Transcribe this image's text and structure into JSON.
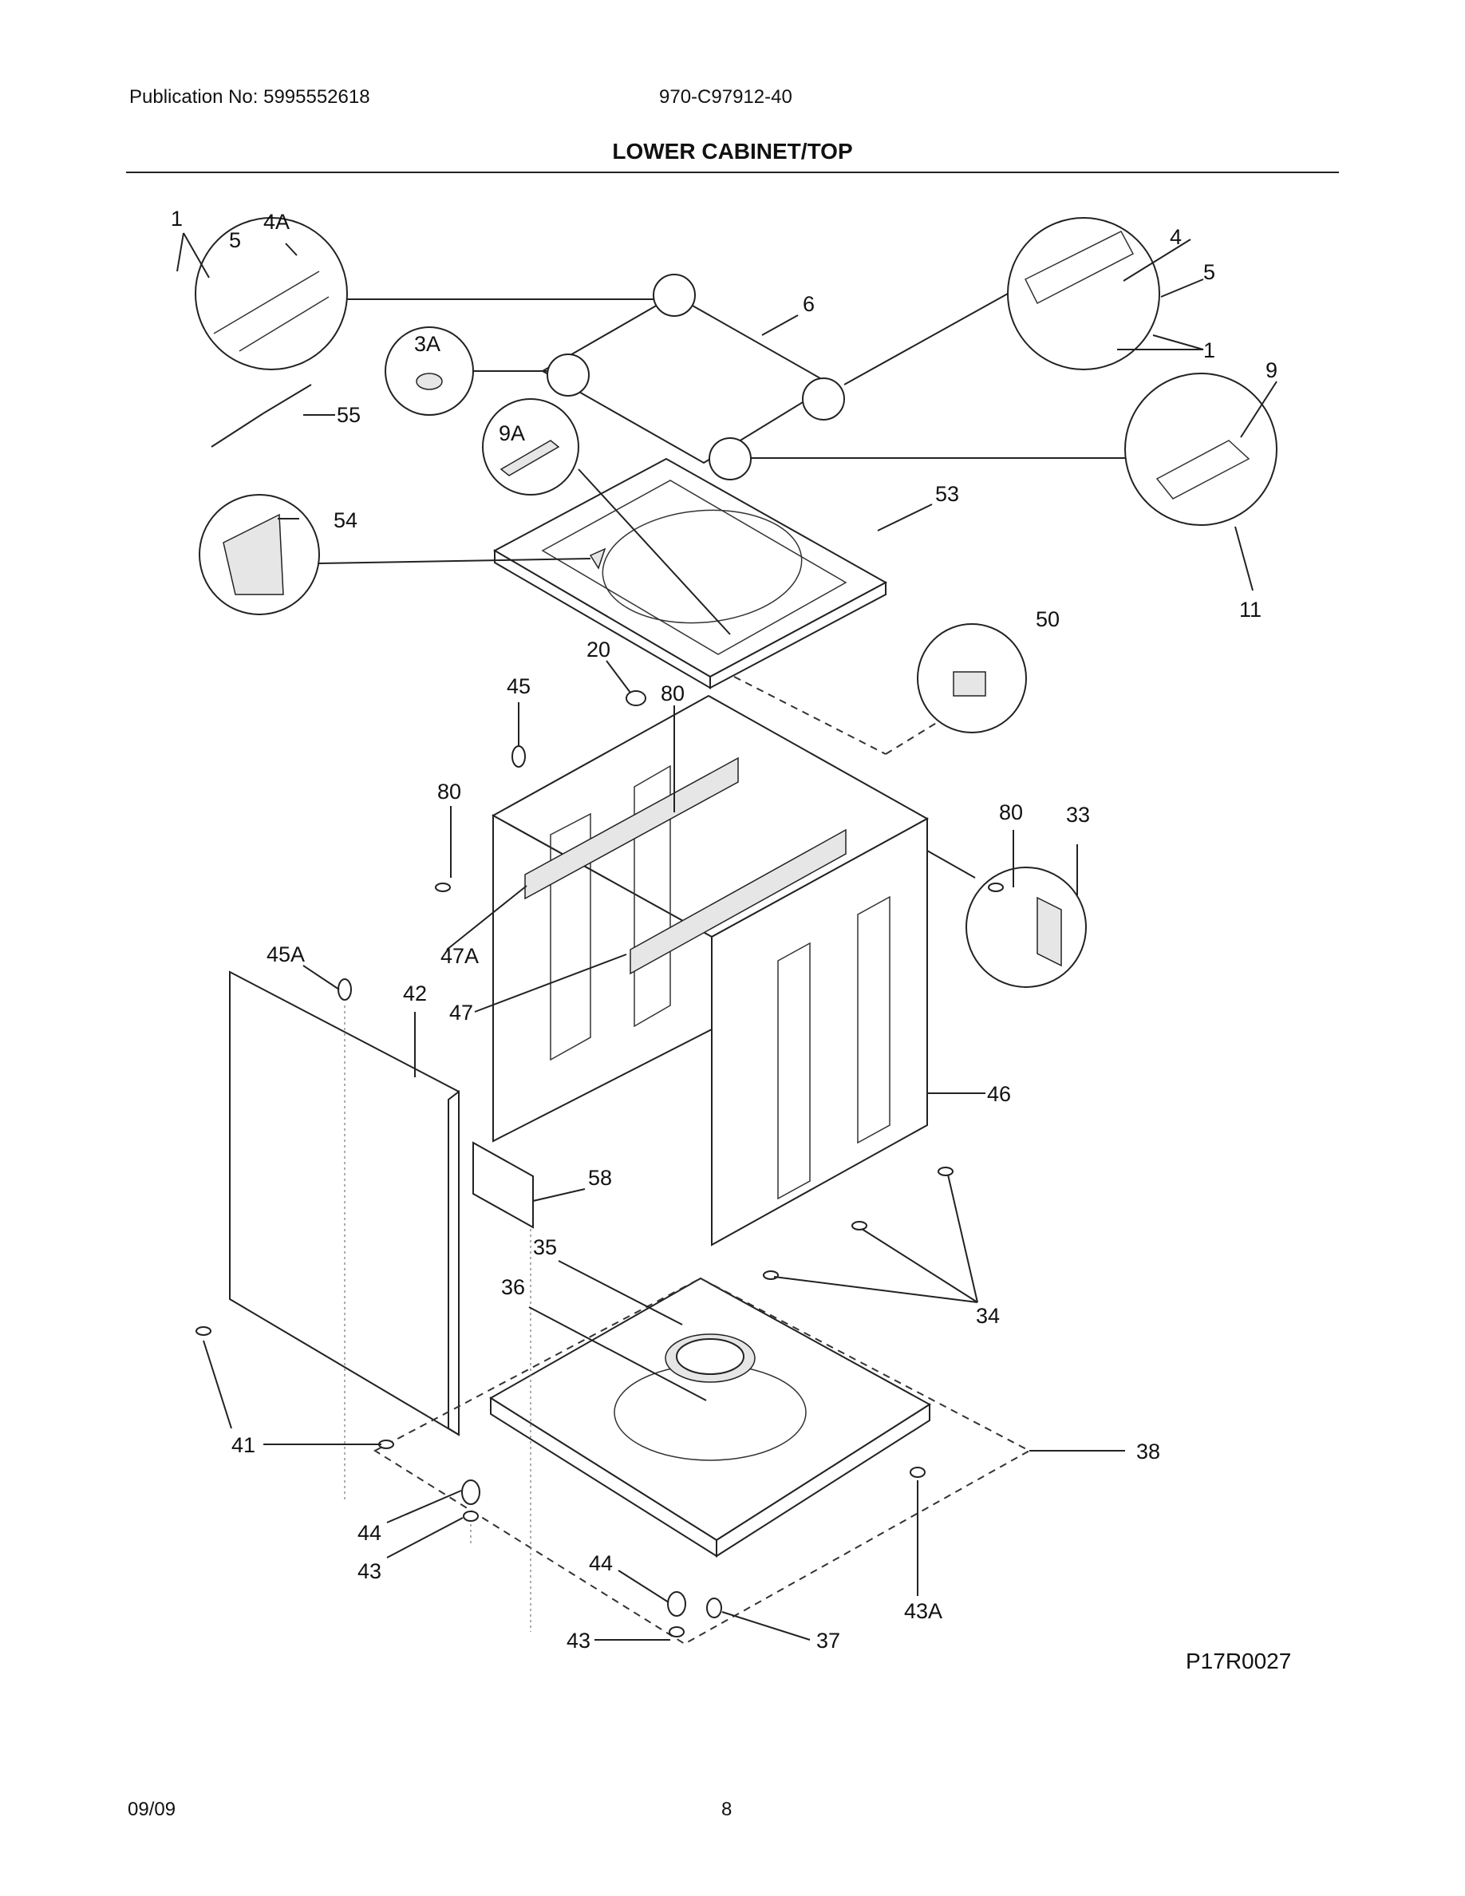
{
  "header": {
    "publication": "Publication No: 5995552618",
    "model": "970-C97912-40",
    "title": "LOWER CABINET/TOP"
  },
  "callouts": [
    "1",
    "4A",
    "5",
    "6",
    "3A",
    "55",
    "9A",
    "4",
    "5",
    "1",
    "9",
    "53",
    "54",
    "11",
    "50",
    "20",
    "45",
    "80",
    "80",
    "80",
    "33",
    "45A",
    "47A",
    "42",
    "47",
    "46",
    "58",
    "35",
    "36",
    "34",
    "38",
    "41",
    "44",
    "43",
    "44",
    "43",
    "37",
    "43A"
  ],
  "drawing_id": "P17R0027",
  "footer": {
    "date": "09/09",
    "page": "8"
  }
}
